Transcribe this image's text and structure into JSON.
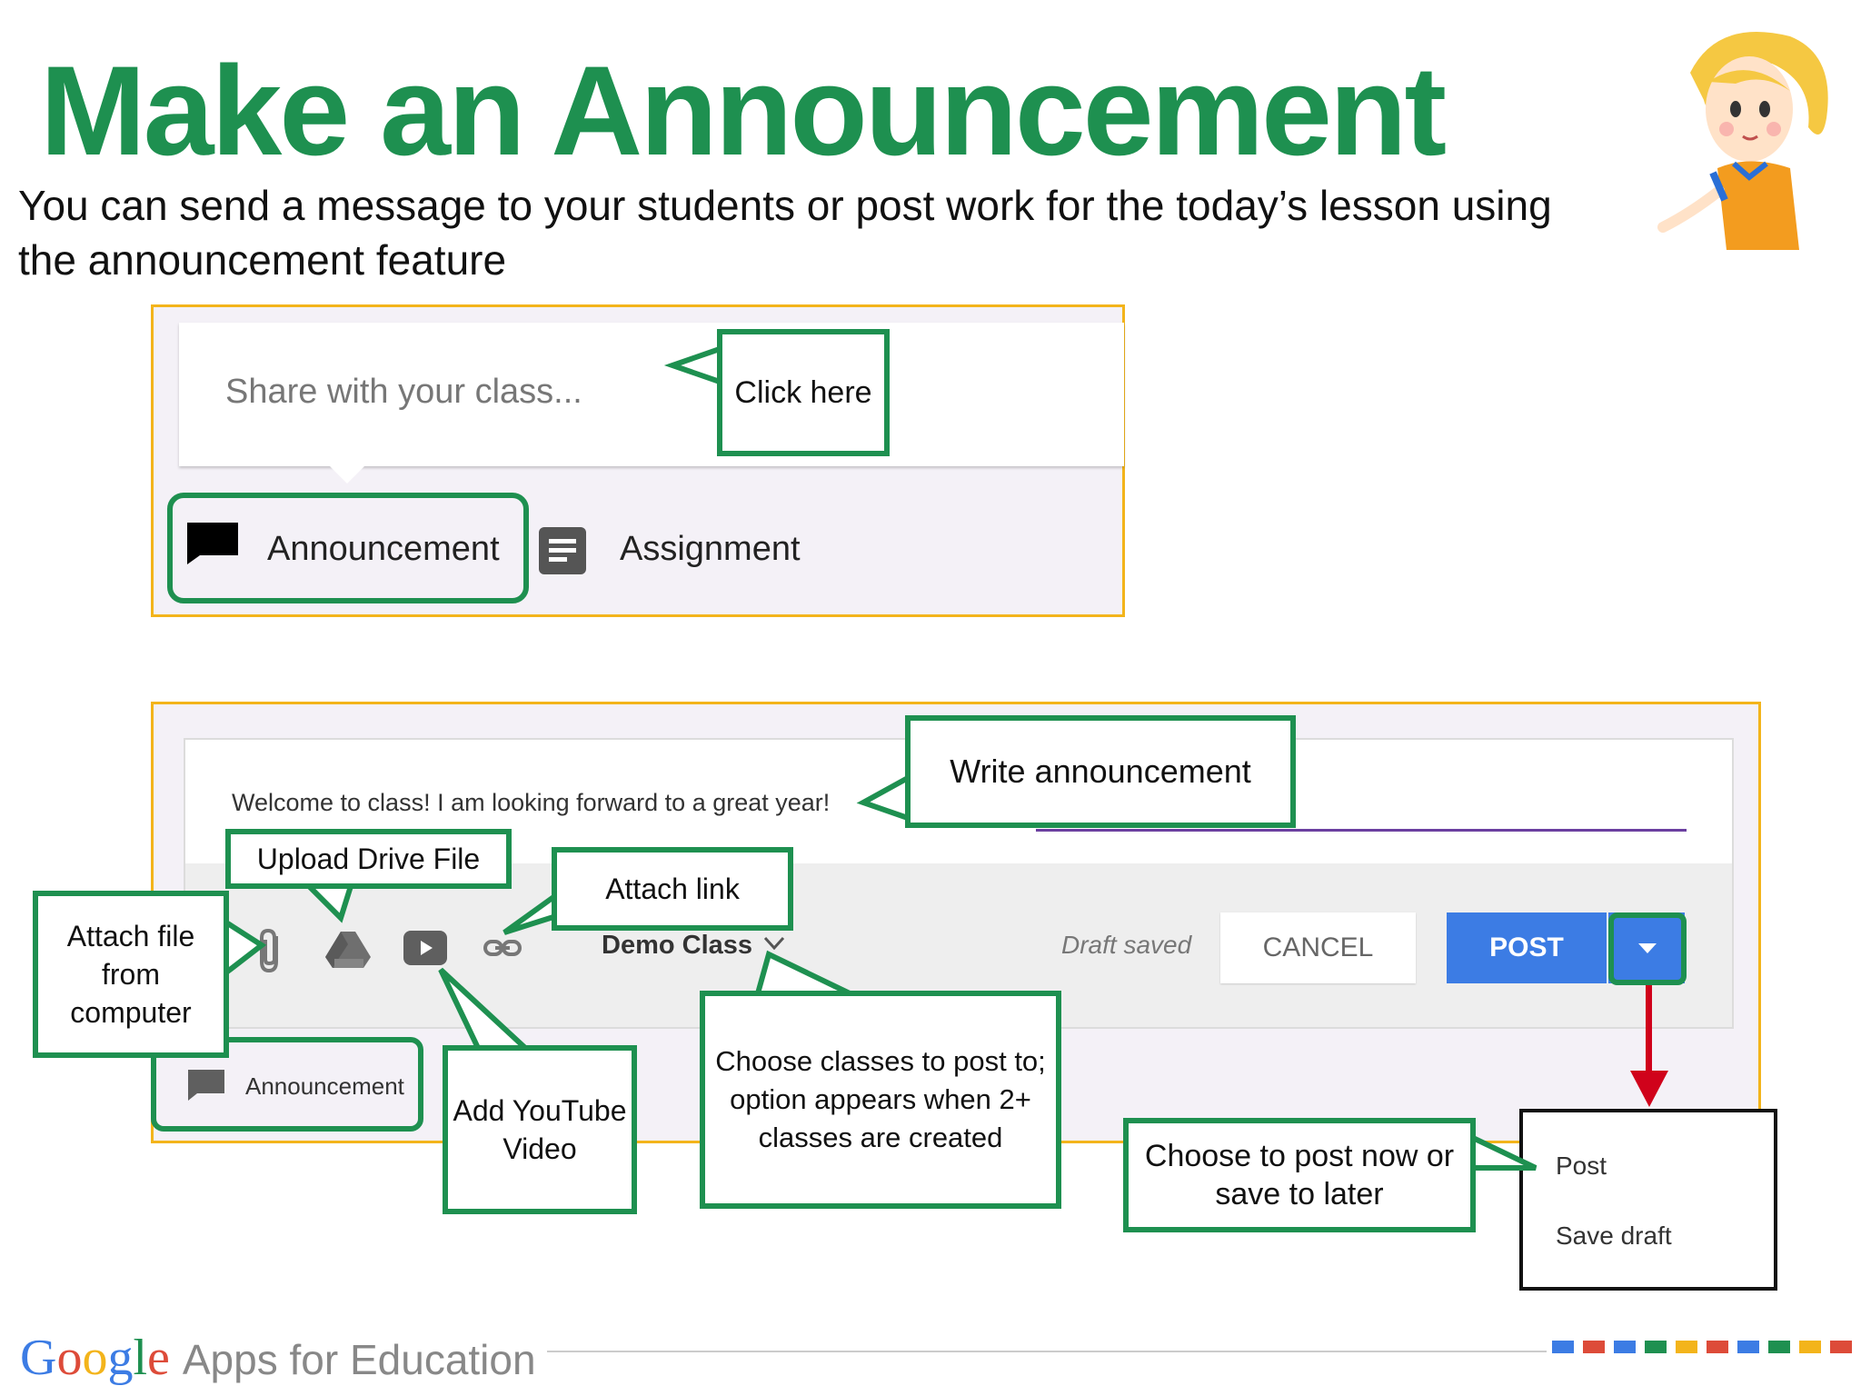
{
  "header": {
    "title": "Make an Announcement",
    "subtitle": "You can send a message to your students or post work for the today’s lesson using the announcement feature"
  },
  "share_panel": {
    "placeholder": "Share with your class...",
    "announcement_label": "Announcement",
    "assignment_label": "Assignment"
  },
  "compose_panel": {
    "text": "Welcome to class! I am looking forward to a great year!",
    "class_select": "Demo Class",
    "draft_status": "Draft saved",
    "cancel_label": "CANCEL",
    "post_label": "POST",
    "announcement_tag": "Announcement"
  },
  "post_menu": {
    "items": [
      "Post",
      "Save draft"
    ]
  },
  "callouts": {
    "click_here": "Click here",
    "write_announcement": "Write announcement",
    "upload_drive_file": "Upload Drive File",
    "attach_link": "Attach link",
    "attach_file": "Attach file from computer",
    "add_youtube": "Add YouTube Video",
    "choose_classes": "Choose classes to post to; option appears when 2+ classes are created",
    "choose_post": "Choose to post now or save to later"
  },
  "footer": {
    "brand": "Google",
    "product": "Apps for Education"
  },
  "colors": {
    "title_green": "#1e9050",
    "callout_border": "#1e9050",
    "panel_border": "#f3b41b",
    "post_blue": "#3c7ce4",
    "arrow_red": "#d0021b",
    "footer_squares": [
      "#3c7ce4",
      "#dd4b39",
      "#3c7ce4",
      "#1e9050",
      "#f3b41b",
      "#dd4b39",
      "#3c7ce4",
      "#1e9050",
      "#f3b41b",
      "#dd4b39"
    ]
  },
  "icons": [
    "announcement-icon",
    "assignment-icon",
    "attach-file-icon",
    "drive-icon",
    "youtube-icon",
    "link-icon",
    "chevron-down-icon",
    "dropdown-caret-icon",
    "girl-illustration"
  ]
}
